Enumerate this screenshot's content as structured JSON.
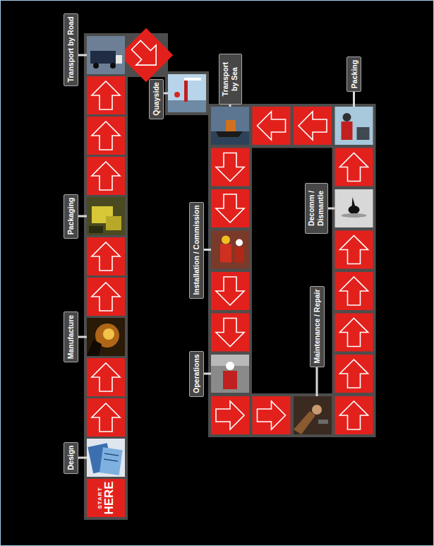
{
  "diagram": {
    "nodes": [
      {
        "text": [
          "START",
          "HERE"
        ]
      },
      {
        "text": [
          "Design"
        ]
      },
      {
        "text": [
          "Manufacture"
        ]
      },
      {
        "text": [
          "Packaging"
        ]
      },
      {
        "text": [
          "Transport by Road"
        ]
      },
      {
        "text": [
          "Quayside"
        ]
      },
      {
        "text": [
          "Transport by Sea"
        ]
      },
      {
        "text": [
          "Installation / Commission"
        ]
      },
      {
        "text": [
          "Operations"
        ]
      },
      {
        "text": [
          "Maintenance / Repair"
        ]
      },
      {
        "text": [
          "Decomm / Dismantle"
        ]
      },
      {
        "text": [
          "Packing"
        ]
      }
    ]
  }
}
